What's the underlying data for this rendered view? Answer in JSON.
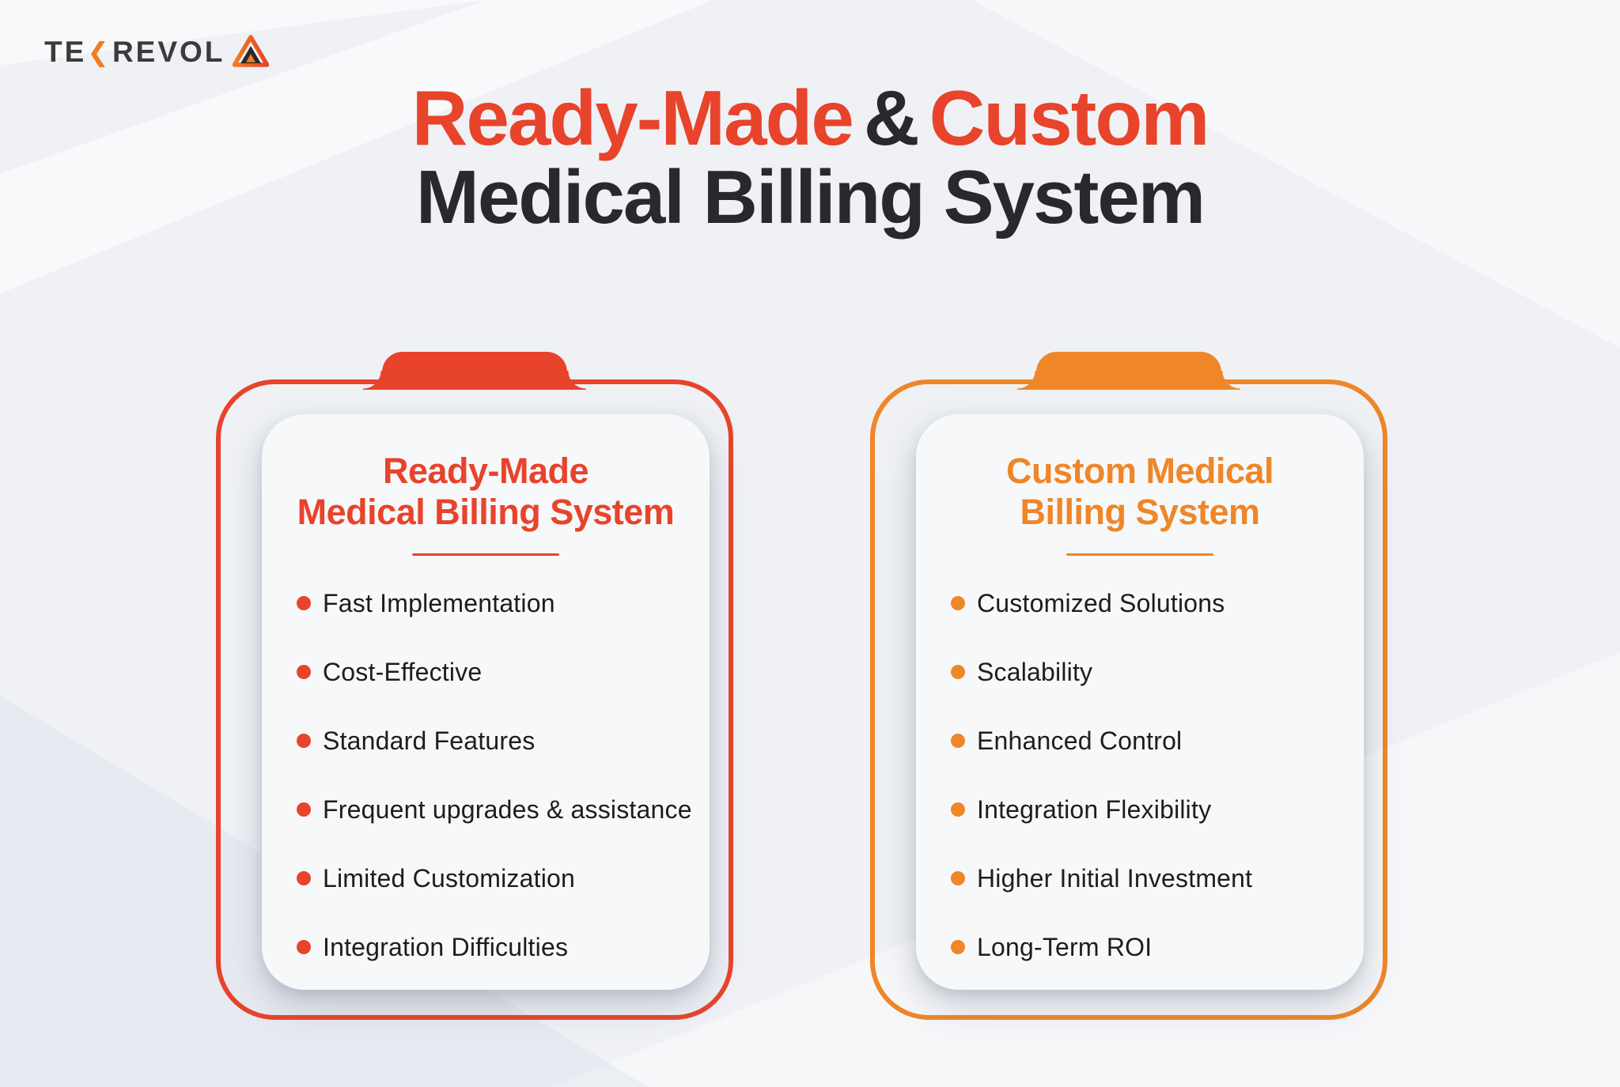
{
  "colors": {
    "red": "#E8432B",
    "orange": "#EF8628",
    "ink": "#2A282A",
    "text": "#1D1C1E",
    "background": "#EFF1F5",
    "card_bg": "#F7F8FA",
    "logo_gray": "#3B3B3C",
    "logo_orange": "#F47B23"
  },
  "logo": {
    "prefix": "TE",
    "k_glyph": "❮",
    "suffix": "REVOL"
  },
  "title": {
    "part1": "Ready-Made",
    "amp": "&",
    "part2": "Custom",
    "line2": "Medical Billing System"
  },
  "cards": [
    {
      "heading_line1": "Ready-Made",
      "heading_line2": "Medical Billing System",
      "items": [
        "Fast Implementation",
        "Cost-Effective",
        "Standard Features",
        "Frequent upgrades & assistance",
        "Limited Customization",
        "Integration Difficulties"
      ]
    },
    {
      "heading_line1": "Custom Medical",
      "heading_line2": "Billing System",
      "items": [
        "Customized Solutions",
        "Scalability",
        "Enhanced Control",
        "Integration Flexibility",
        "Higher Initial Investment",
        "Long-Term ROI"
      ]
    }
  ]
}
